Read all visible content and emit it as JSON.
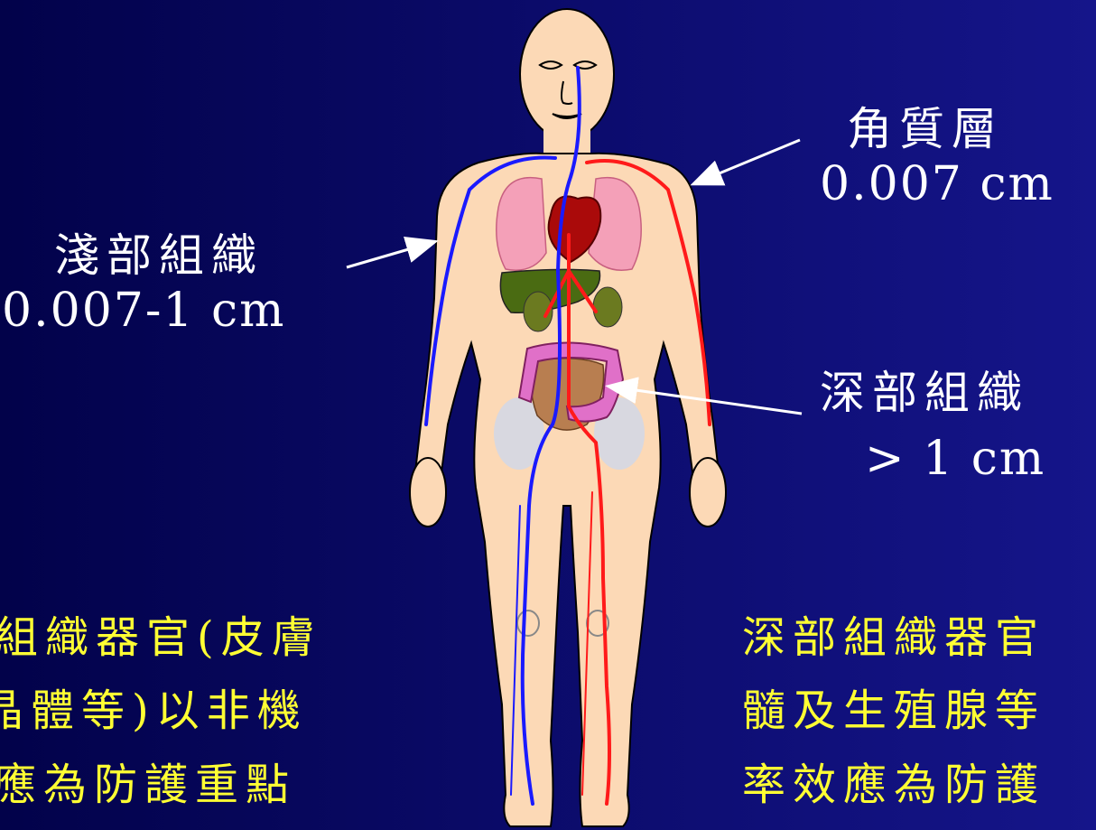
{
  "labels": {
    "stratum_corneum": {
      "title": "角質層",
      "value": "0.007 cm"
    },
    "superficial": {
      "title": "淺部組織",
      "value": "0.007-1 cm"
    },
    "deep": {
      "title": "深部組織",
      "value": "> 1 cm"
    }
  },
  "notes": {
    "left": [
      "組織器官(皮膚",
      "晶體等)以非機",
      "應為防護重點"
    ],
    "right": [
      "深部組織器官",
      "髓及生殖腺等",
      "率效應為防護"
    ]
  },
  "colors": {
    "label_text": "#ffffff",
    "note_text": "#ffff33",
    "skin": "#fcd9b6",
    "artery": "#ff1a1a",
    "vein": "#1a1aff",
    "lung": "#f4a0b8",
    "liver": "#4a6b12",
    "heart": "#aa0a0a",
    "intestine": "#e070c8"
  },
  "icons": [
    "human-body-anatomy-figure",
    "arrow"
  ]
}
